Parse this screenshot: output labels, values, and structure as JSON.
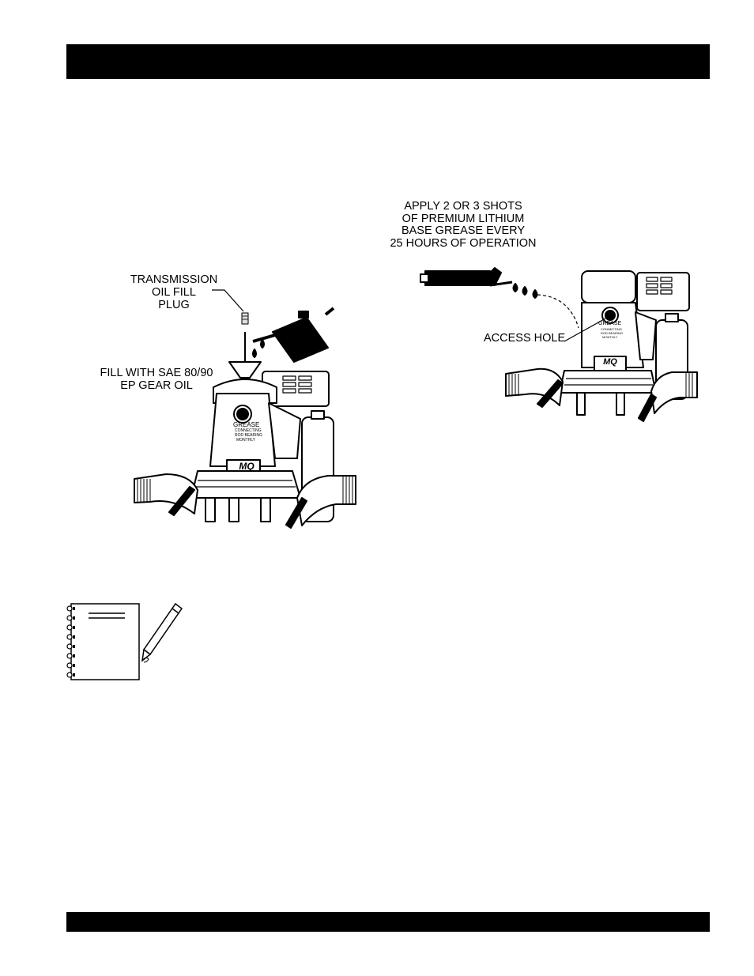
{
  "header_bar": "",
  "footer_bar": "",
  "figure_left": {
    "callout_plug": "TRANSMISSION\nOIL FILL\nPLUG",
    "callout_fill": "FILL WITH SAE 80/90\nEP GEAR OIL",
    "pump_plate": {
      "grease": "GREASE",
      "line1": "CONNECTING",
      "line2": "ROD BEARING",
      "line3": "MONTHLY",
      "logo": "MQ"
    }
  },
  "figure_right": {
    "callout_grease": "APPLY 2 OR 3 SHOTS\nOF PREMIUM LITHIUM\nBASE GREASE EVERY\n25 HOURS OF OPERATION",
    "callout_access": "ACCESS HOLE",
    "pump_plate": {
      "grease": "GREASE",
      "line1": "CONNECTING",
      "line2": "ROD BEARING",
      "line3": "MONTHLY",
      "logo": "MQ"
    }
  },
  "notes_icon": "notebook-and-pencil"
}
